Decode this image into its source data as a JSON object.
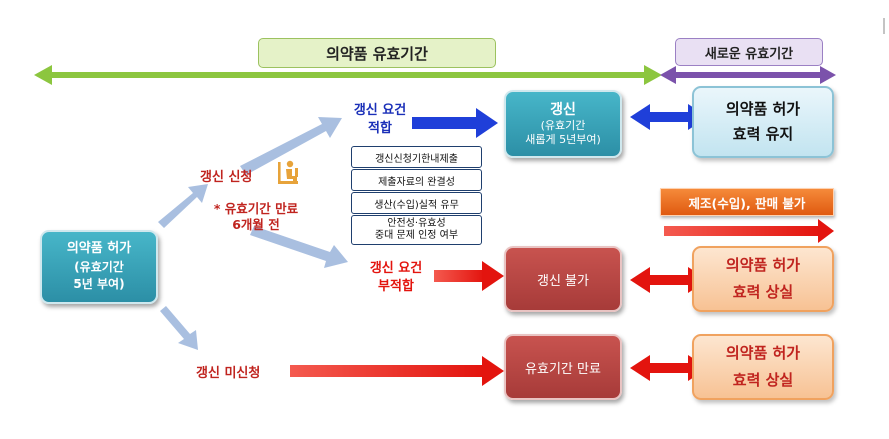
{
  "timeline": {
    "validity_label": "의약품 유효기간",
    "new_validity_label": "새로운 유효기간"
  },
  "start_node": {
    "title": "의약품 허가",
    "sub_line1": "(유효기간",
    "sub_line2": "5년 부여)"
  },
  "renewal_apply": {
    "label": "갱신 신청",
    "note_line1": "* 유효기간 만료",
    "note_line2": "6개월 전",
    "icon": "person-at-desk-icon"
  },
  "requirements": [
    {
      "line1": "갱신신청기한내제출"
    },
    {
      "line1": "제출자료의 완결성"
    },
    {
      "line1": "생산(수입)실적 유무"
    },
    {
      "line1": "안전성·유효성",
      "line2": "중대 문제 인정 여부"
    }
  ],
  "suitable": {
    "line1": "갱신 요건",
    "line2": "적합"
  },
  "unsuitable": {
    "line1": "갱신 요건",
    "line2": "부적합"
  },
  "no_apply": {
    "label": "갱신 미신청"
  },
  "renewed_node": {
    "title": "갱신",
    "sub_line1": "(유효기간",
    "sub_line2": "새롭게 5년부여)"
  },
  "renewal_denied_node": {
    "label": "갱신 불가"
  },
  "expired_node": {
    "label": "유효기간 만료"
  },
  "outcome_keep": {
    "line1": "의약품 허가",
    "line2": "효력 유지"
  },
  "outcome_lost_1": {
    "line1": "의약품 허가",
    "line2": "효력 상실"
  },
  "outcome_lost_2": {
    "line1": "의약품 허가",
    "line2": "효력 상실"
  },
  "ban_label": "제조(수입), 판매 불가",
  "colors": {
    "green_arrow": "#8cc63f",
    "purple_arrow": "#7b52ab",
    "blue_arrow": "#1f3fd9",
    "red_arrow": "#e8140f",
    "pale_arrow": "#a9bfe0",
    "teal": "#2c9bb3",
    "dark_red": "#b2413f",
    "orange": "#f26d1f"
  }
}
